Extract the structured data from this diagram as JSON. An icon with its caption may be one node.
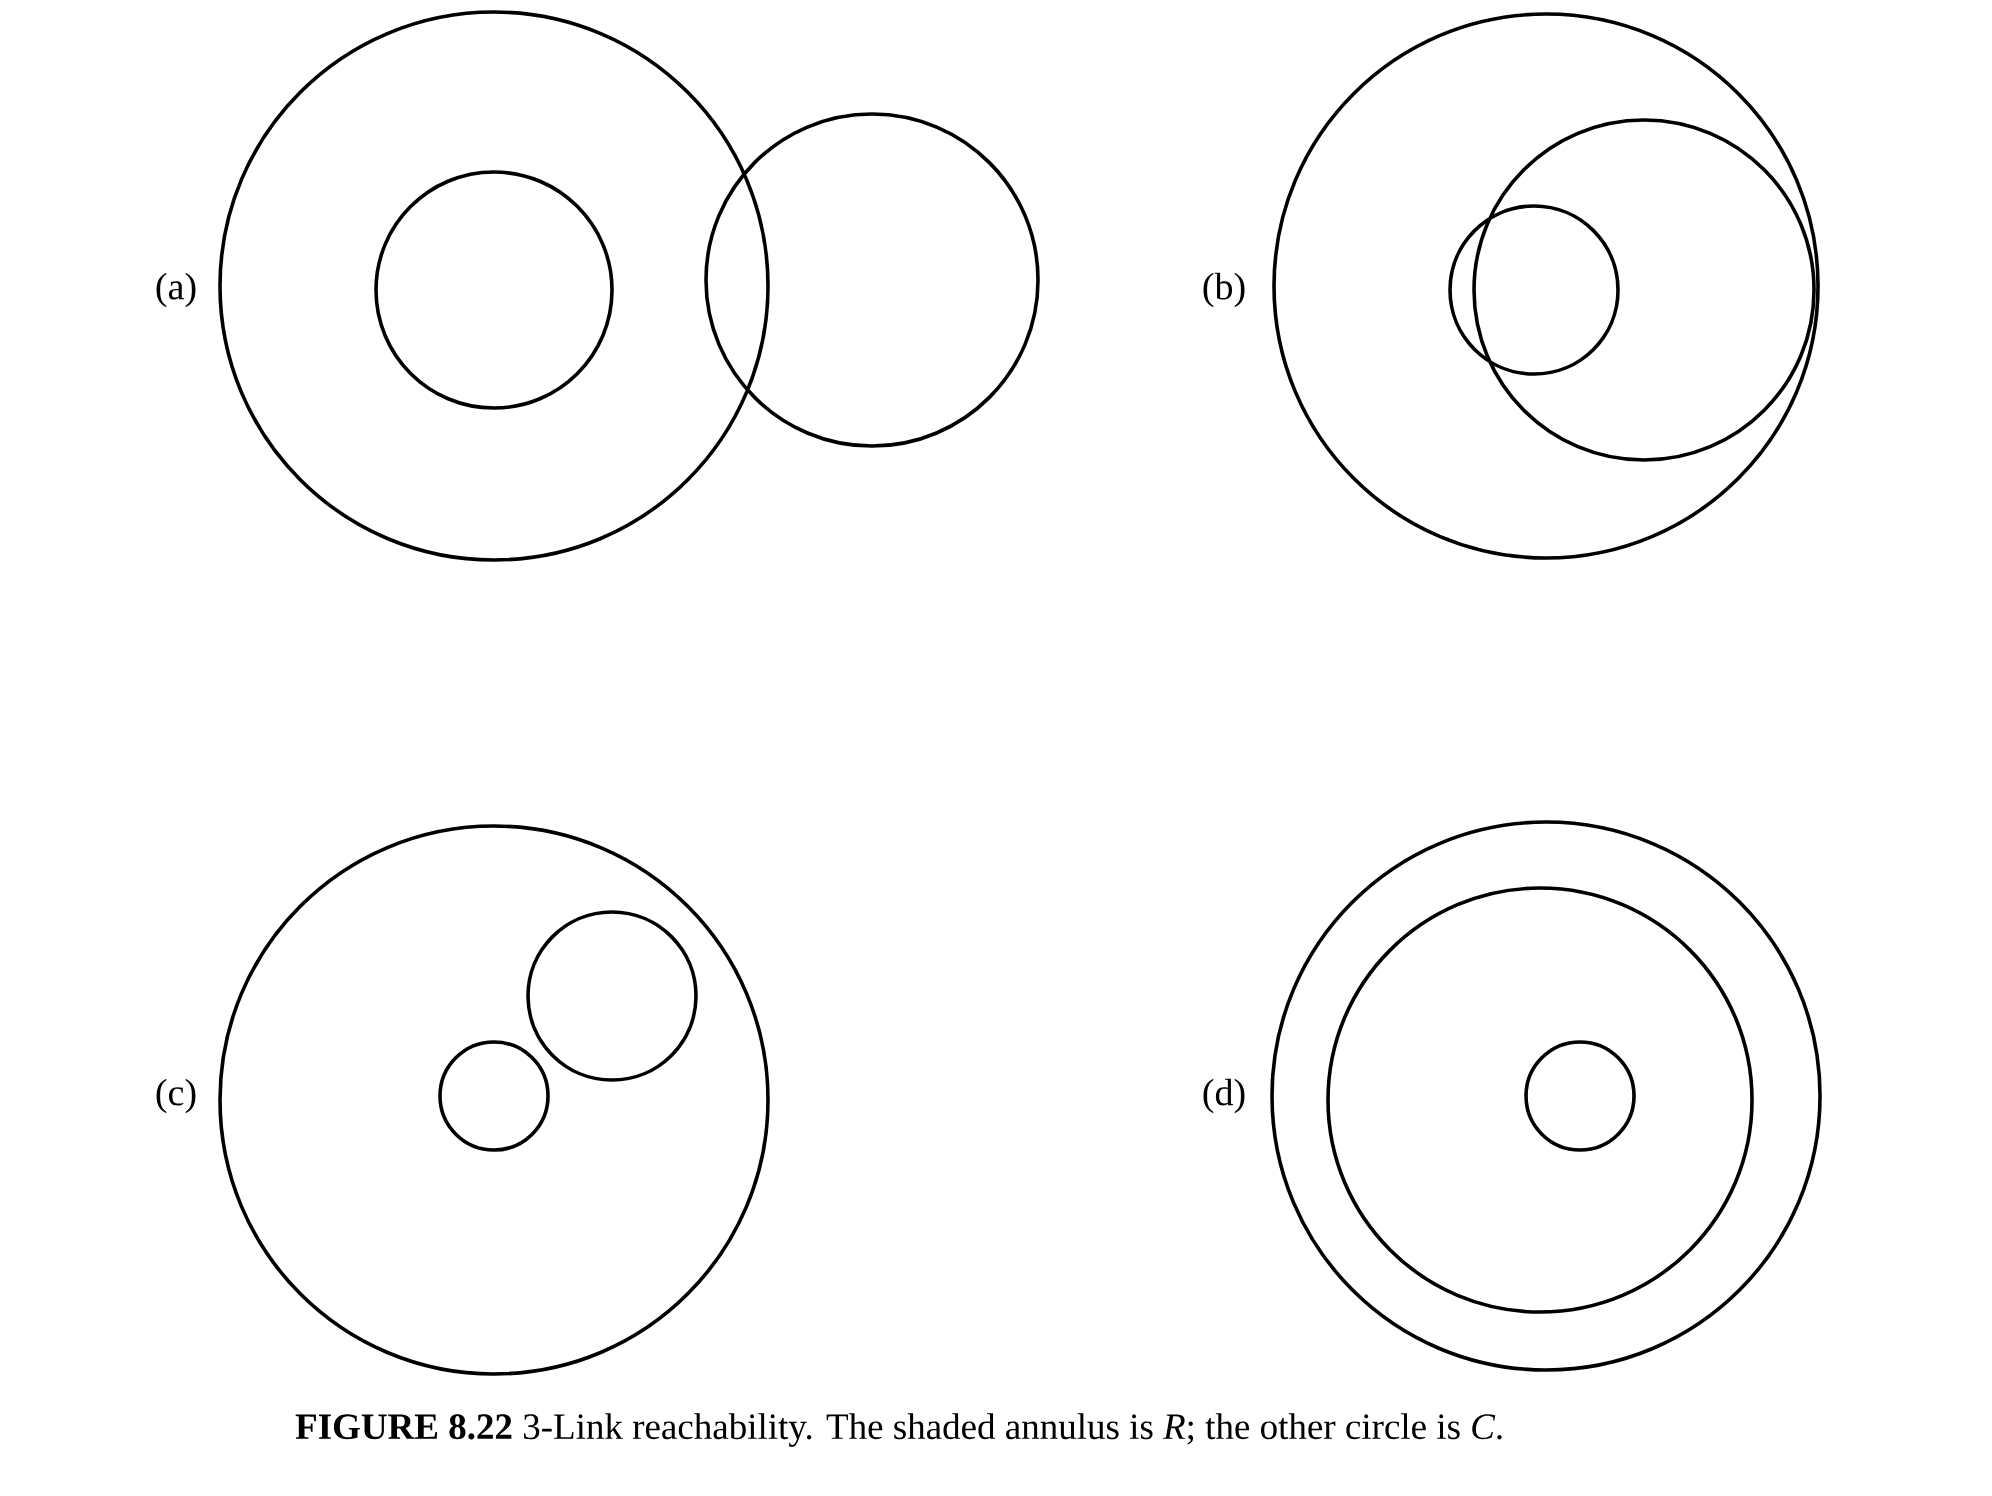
{
  "diagram": {
    "caption": "**FIGURE 8.22** 3-Link reachability. The shaded annulus is *R*; the other circle is *C*.",
    "labels": [
      "(a)",
      "(b)",
      "(c)",
      "(d)"
    ]
  }
}
